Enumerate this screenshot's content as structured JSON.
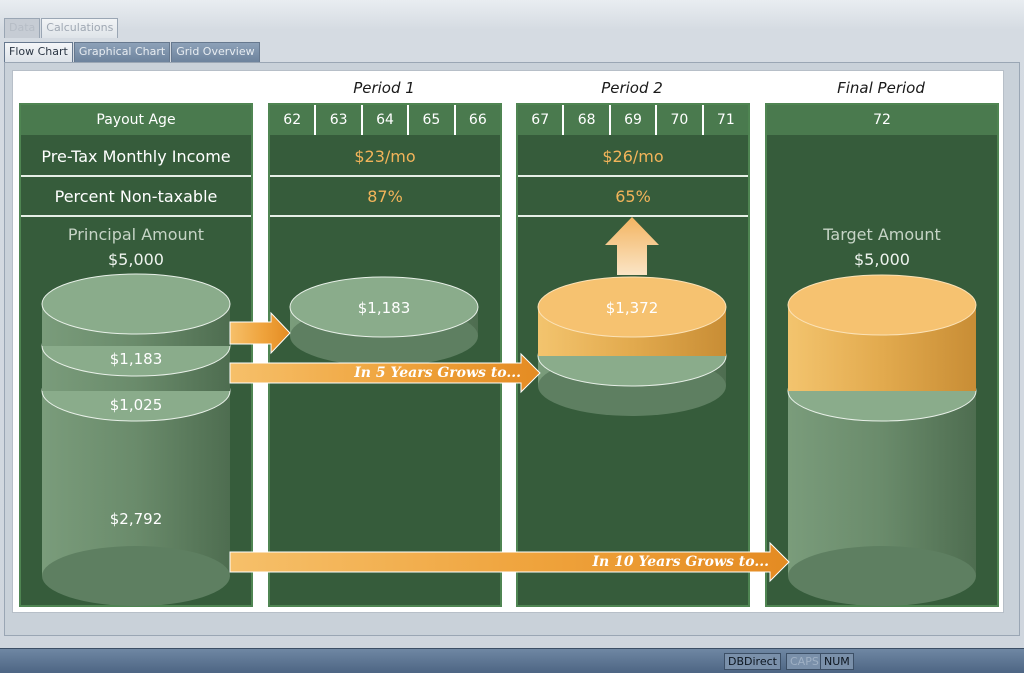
{
  "tabs_top": [
    "Data",
    "Calculations"
  ],
  "tabs_view": [
    "Flow Chart",
    "Graphical Chart",
    "Grid Overview"
  ],
  "periods": {
    "p1": "Period 1",
    "p2": "Period 2",
    "final": "Final Period"
  },
  "labels": {
    "payout_age": "Payout Age",
    "pretax": "Pre-Tax Monthly Income",
    "nontaxable": "Percent Non-taxable",
    "principal": "Principal Amount",
    "principal_value": "$5,000",
    "target": "Target Amount",
    "target_value": "$5,000"
  },
  "ages": {
    "p1": [
      "62",
      "63",
      "64",
      "65",
      "66"
    ],
    "p2": [
      "67",
      "68",
      "69",
      "70",
      "71"
    ],
    "final": "72"
  },
  "income": {
    "p1": "$23/mo",
    "p2": "$26/mo"
  },
  "nontax": {
    "p1": "87%",
    "p2": "65%"
  },
  "stack": {
    "top": "$1,183",
    "middle": "$1,025",
    "bottom": "$2,792"
  },
  "p1_amount": "$1,183",
  "p2_amount": "$1,372",
  "arrows": {
    "five": "In 5 Years Grows to...",
    "ten": "In 10 Years Grows to..."
  },
  "status": {
    "db": "DBDirect",
    "caps": "CAPS",
    "num": "NUM"
  },
  "colors": {
    "green_dark": "#365c3b",
    "green_header": "#4a7a4e",
    "orange": "#f2b45a"
  }
}
